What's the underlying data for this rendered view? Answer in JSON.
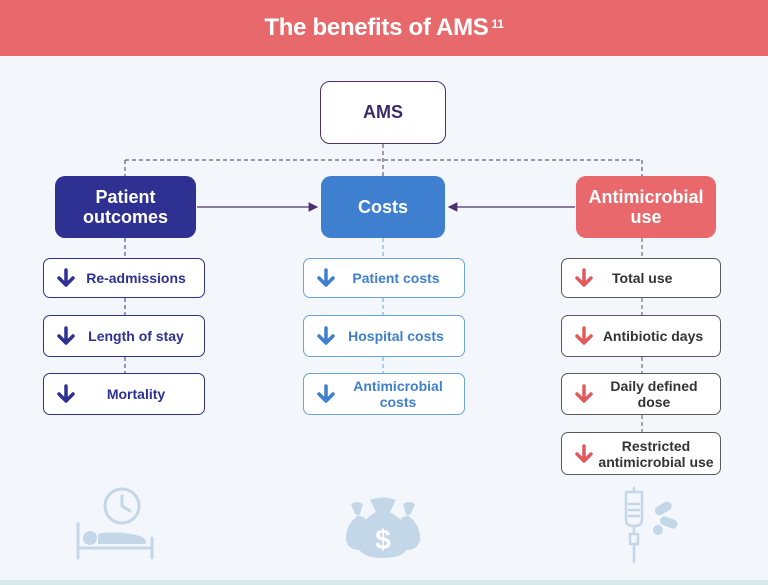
{
  "title": "The benefits of AMS",
  "title_ref": "11",
  "root": {
    "label": "AMS"
  },
  "categories": [
    {
      "label": "Patient outcomes",
      "color": "#2e3192",
      "items": [
        "Re-admissions",
        "Length of stay",
        "Mortality"
      ]
    },
    {
      "label": "Costs",
      "color": "#3f7fd0",
      "items": [
        "Patient costs",
        "Hospital costs",
        "Antimicrobial costs"
      ]
    },
    {
      "label": "Antimicrobial use",
      "color": "#e9686b",
      "items": [
        "Total use",
        "Antibiotic days",
        "Daily defined dose",
        "Restricted antimicrobial use"
      ]
    }
  ],
  "colors": {
    "header": "#e8696b",
    "patient": "#2e3192",
    "costs": "#3f7fd0",
    "amu": "#e9686b",
    "arrow_amu": "#e05a5e",
    "icon_tint": "#c9dceb"
  },
  "icons": {
    "patient": "bed-clock-icon",
    "costs": "money-bags-icon",
    "amu": "iv-drip-pills-icon",
    "item_arrow": "arrow-down-icon"
  }
}
